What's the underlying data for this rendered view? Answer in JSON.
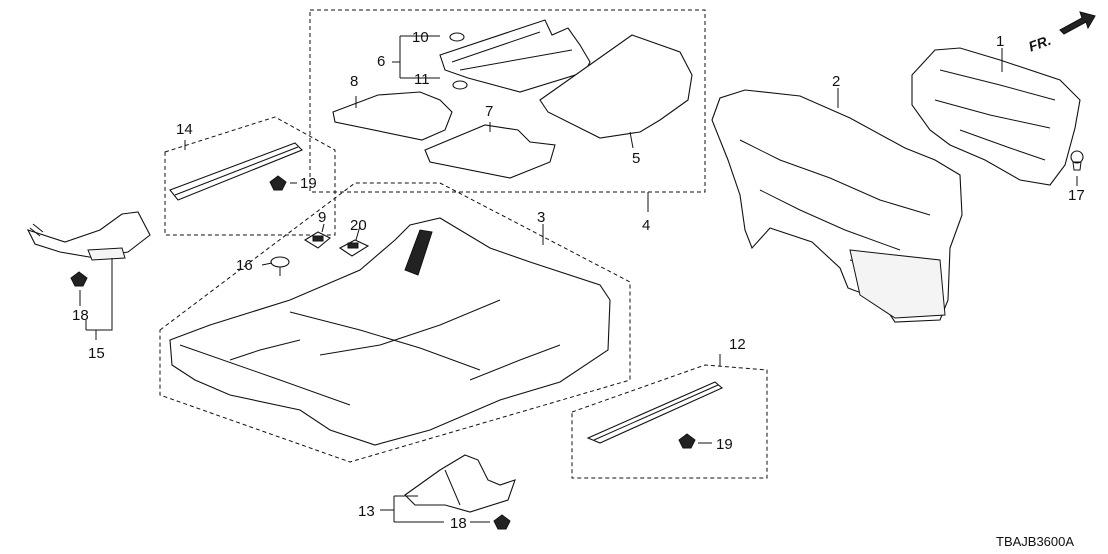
{
  "diagram_code": "TBAJB3600A",
  "front_marker": "FR.",
  "callouts": {
    "c1": "1",
    "c2": "2",
    "c3": "3",
    "c4": "4",
    "c5": "5",
    "c6": "6",
    "c7": "7",
    "c8": "8",
    "c9": "9",
    "c10": "10",
    "c11": "11",
    "c12": "12",
    "c13": "13",
    "c14": "14",
    "c15": "15",
    "c16": "16",
    "c17": "17",
    "c18a": "18",
    "c18b": "18",
    "c19a": "19",
    "c19b": "19",
    "c20": "20"
  }
}
